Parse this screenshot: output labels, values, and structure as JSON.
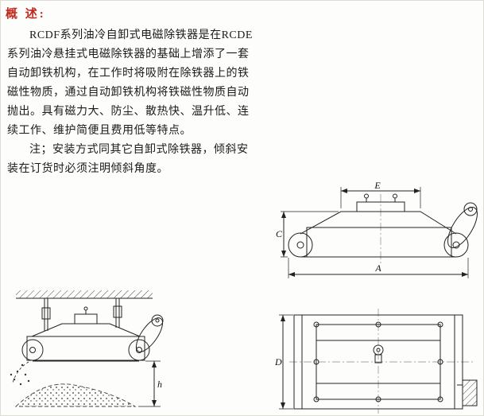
{
  "document": {
    "heading": "概 述:",
    "paragraph_lines": [
      "RCDF系列油冷自卸式电磁除铁器是在RCDE",
      "系列油冷悬挂式电磁除铁器的基础上增添了一套",
      "自动卸铁机构，在工作时将吸附在除铁器上的铁",
      "磁性物质，通过自动卸铁机构将铁磁性物质自动",
      "抛出。具有磁力大、防尘、散热快、温升低、连",
      "续工作、维护简便且费用低等特点。",
      "注；安装方式同其它自卸式除铁器，倾斜安",
      "装在订货时必须注明倾斜角度。"
    ]
  },
  "diagrams": {
    "side_view": {
      "dim_top": "E",
      "dim_left": "C",
      "dim_bottom": "A"
    },
    "plan_view": {
      "dim_left": "D"
    },
    "installation_view": {
      "dim_height": "h"
    }
  },
  "colors": {
    "heading-color": "#c2281c",
    "line-color": "#222222"
  }
}
